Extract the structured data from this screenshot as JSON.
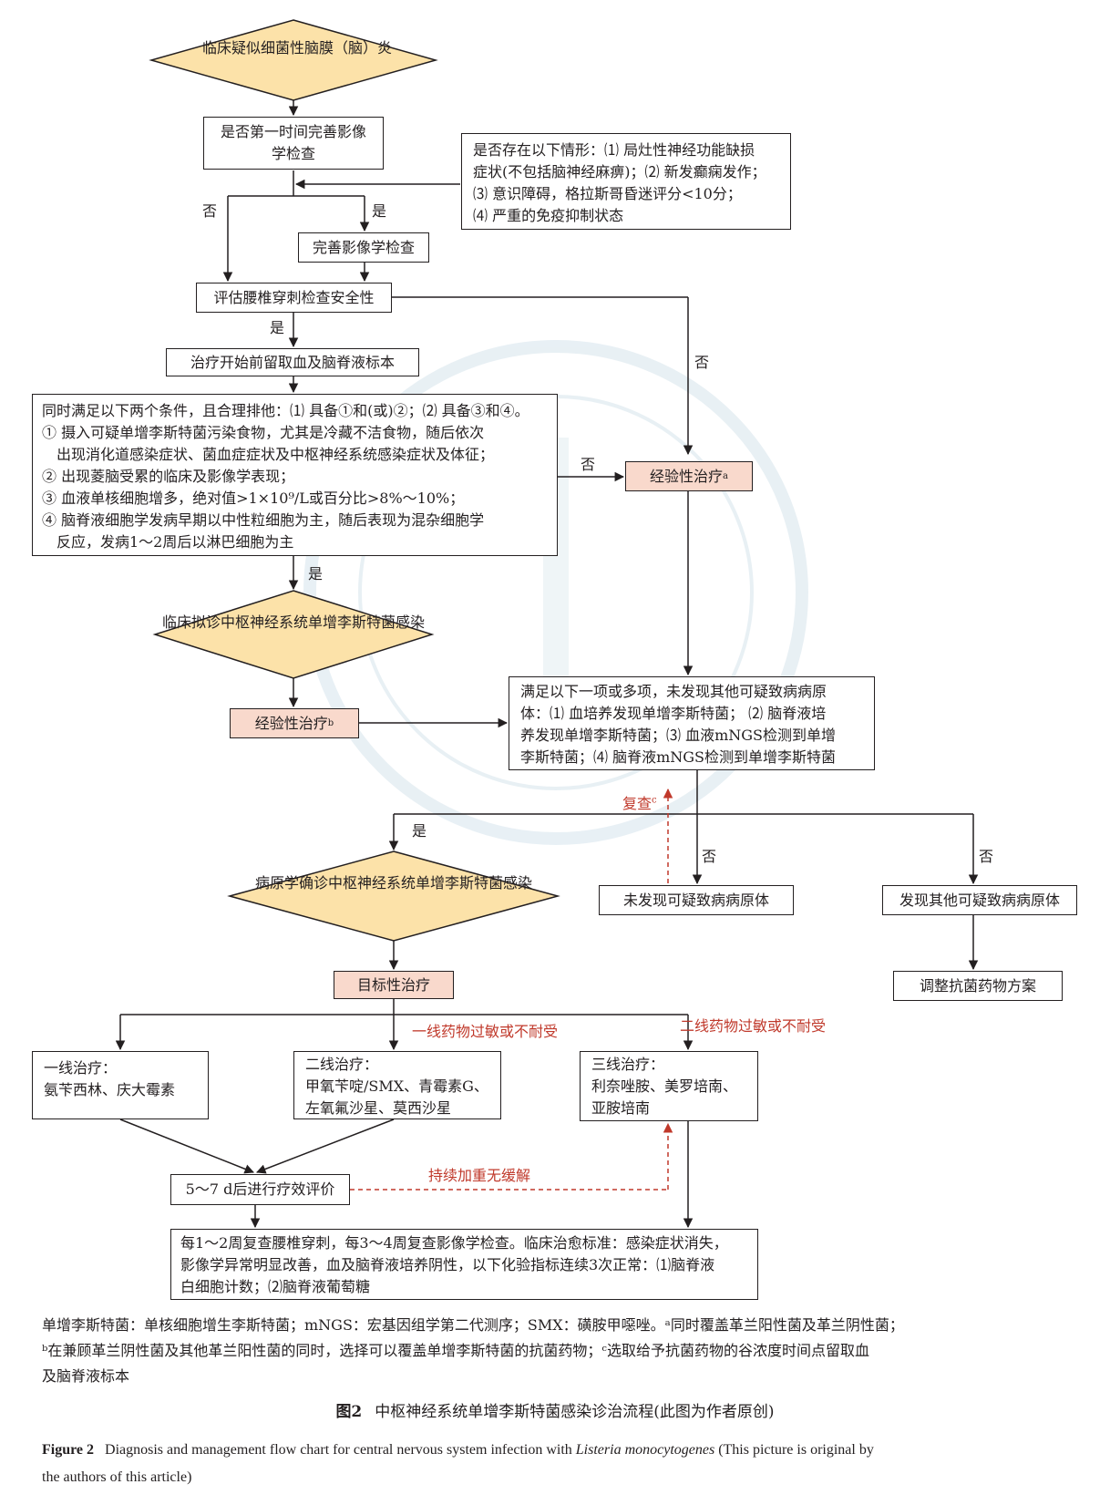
{
  "nodes": {
    "suspect": [
      "临床疑似细菌性",
      "脑膜（脑）炎"
    ],
    "imaging_q": [
      "是否第一时间完善影像",
      "学检查"
    ],
    "conditions": [
      "是否存在以下情形：⑴ 局灶性神经功能缺损",
      "症状(不包括脑神经麻痹)；⑵ 新发癫痫发作；",
      "⑶ 意识障碍，格拉斯哥昏迷评分<10分；",
      "⑷ 严重的免疫抑制状态"
    ],
    "complete_imaging": "完善影像学检查",
    "lp_safety": "评估腰椎穿刺检查安全性",
    "sample": "治疗开始前留取血及脑脊液标本",
    "criteria": [
      "同时满足以下两个条件，且合理排他：⑴ 具备①和(或)②；⑵ 具备③和④。",
      "① 摄入可疑单增李斯特菌污染食物，尤其是冷藏不洁食物，随后依次",
      "　出现消化道感染症状、菌血症症状及中枢神经系统感染症状及体征；",
      "② 出现菱脑受累的临床及影像学表现；",
      "③ 血液单核细胞增多，绝对值>1×10⁹/L或百分比>8%～10%；",
      "④ 脑脊液细胞学发病早期以中性粒细胞为主，随后表现为混杂细胞学",
      "　反应，发病1～2周后以淋巴细胞为主"
    ],
    "empirical_a": "经验性治疗",
    "empirical_a_sup": "a",
    "clinical_dx": [
      "临床拟诊",
      "中枢神经系统单增李斯特菌感染"
    ],
    "empirical_b": "经验性治疗",
    "empirical_b_sup": "b",
    "pathogen_criteria": [
      "满足以下一项或多项，未发现其他可疑致病病原",
      "体：⑴ 血培养发现单增李斯特菌；  ⑵ 脑脊液培",
      "养发现单增李斯特菌；⑶ 血液mNGS检测到单增",
      "李斯特菌；⑷ 脑脊液mNGS检测到单增李斯特菌"
    ],
    "pathogen_dx": [
      "病原学确诊",
      "中枢神经系统单增李斯特菌感染"
    ],
    "no_pathogen": "未发现可疑致病病原体",
    "other_pathogen": "发现其他可疑致病病原体",
    "adjust": "调整抗菌药物方案",
    "targeted": "目标性治疗",
    "first_line": [
      "一线治疗：",
      "氨苄西林、庆大霉素"
    ],
    "second_line": [
      "二线治疗：",
      "甲氧苄啶/SMX、青霉素G、",
      "左氧氟沙星、莫西沙星"
    ],
    "third_line": [
      "三线治疗：",
      "利奈唑胺、美罗培南、",
      "亚胺培南"
    ],
    "eval": "5～7 d后进行疗效评价",
    "followup": [
      "每1～2周复查腰椎穿刺，每3～4周复查影像学检查。临床治愈标准：感染症状消失，",
      "影像学异常明显改善，血及脑脊液培养阴性，以下化验指标连续3次正常：⑴脑脊液",
      "白细胞计数；⑵脑脊液葡萄糖"
    ]
  },
  "labels": {
    "no": "否",
    "yes": "是",
    "recheck": "复查",
    "recheck_sup": "c",
    "first_intolerant": "一线药物过敏或不耐受",
    "second_intolerant": "二线药物过敏或不耐受",
    "persist": "持续加重无缓解"
  },
  "notes": [
    "单增李斯特菌：单核细胞增生李斯特菌；mNGS：宏基因组学第二代测序；SMX：磺胺甲噁唑。ᵃ同时覆盖革兰阳性菌及革兰阴性菌；",
    "ᵇ在兼顾革兰阴性菌及其他革兰阳性菌的同时，选择可以覆盖单增李斯特菌的抗菌药物；ᶜ选取给予抗菌药物的谷浓度时间点留取血",
    "及脑脊液标本"
  ],
  "caption_cn": {
    "fig": "图2",
    "text": "中枢神经系统单增李斯特菌感染诊治流程(此图为作者原创)"
  },
  "caption_en": {
    "fig": "Figure 2",
    "pre": "Diagnosis and management flow chart for central nervous system infection with ",
    "italic": "Listeria monocytogenes",
    "post": " (This picture is original by",
    "line2": "the authors of this article)"
  },
  "colors": {
    "diamond": "#fce2a9",
    "pink": "#f9d9cc",
    "red": "#c0392b",
    "line": "#231f20",
    "watermark": "#d6e4ec"
  }
}
